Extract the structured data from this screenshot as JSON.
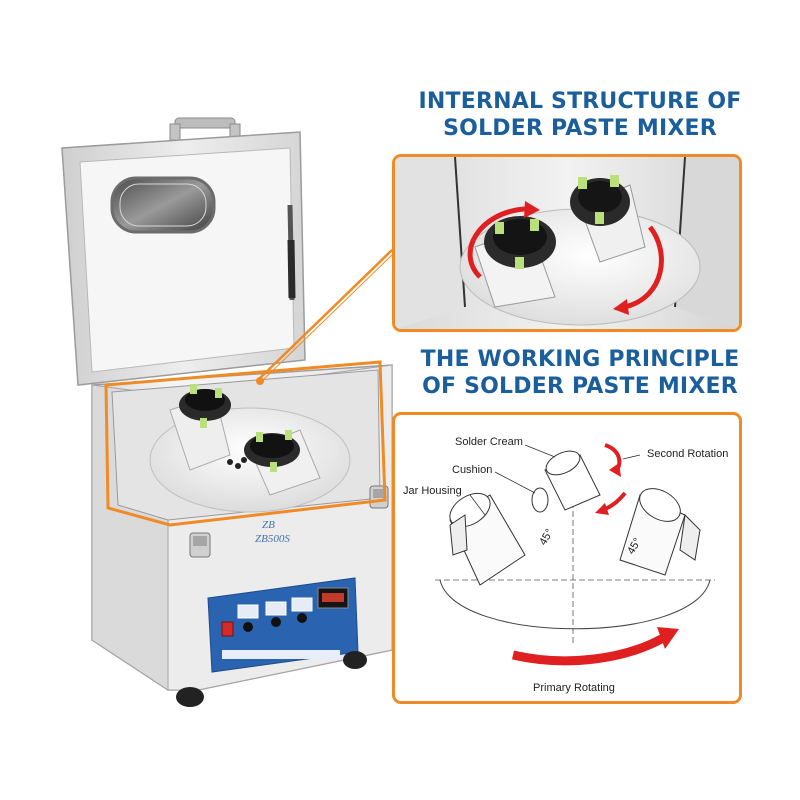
{
  "headings": {
    "internal": [
      "INTERNAL STRUCTURE OF",
      "SOLDER PASTE MIXER"
    ],
    "working": [
      "THE WORKING PRINCIPLE",
      "OF SOLDER PASTE MIXER"
    ]
  },
  "machine": {
    "logo": "ZB",
    "model": "ZB500S"
  },
  "diagram": {
    "labels": {
      "solder_cream": "Solder Cream",
      "cushion": "Cushion",
      "jar_housing": "Jar Housing",
      "second_rotation": "Second Rotation",
      "primary_rotating": "Primary Rotating",
      "angle_left": "45°",
      "angle_right": "45°"
    }
  },
  "colors": {
    "heading": "#1a5e9c",
    "callout_border": "#f08a24",
    "arrow_red": "#e02020",
    "panel_blue": "#2a63b0"
  }
}
